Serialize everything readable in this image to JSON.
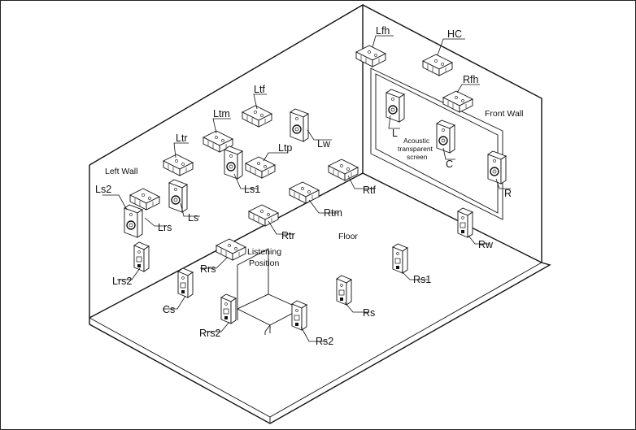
{
  "labels": {
    "left_wall": "Left Wall",
    "front_wall": "Front Wall",
    "floor": "Floor",
    "listening_line1": "Listening",
    "listening_line2": "Position",
    "screen_line1": "Acoustic",
    "screen_line2": "transparent",
    "screen_line3": "screen"
  },
  "speakers": {
    "lfh": "Lfh",
    "hc": "HC",
    "rfh": "Rfh",
    "l": "L",
    "c": "C",
    "r": "R",
    "ltf": "Ltf",
    "ltm": "Ltm",
    "ltr": "Ltr",
    "ltp": "Ltp",
    "lw": "Lw",
    "ls1": "Ls1",
    "ls2": "Ls2",
    "lrs": "Lrs",
    "ls": "Ls",
    "rtf": "Rtf",
    "rtm": "Rtm",
    "rtr": "Rtr",
    "rrs": "Rrs",
    "rw": "Rw",
    "rs1": "Rs1",
    "rs": "Rs",
    "rs2": "Rs2",
    "rrs2": "Rrs2",
    "cs": "Cs",
    "lrs2": "Lrs2"
  }
}
